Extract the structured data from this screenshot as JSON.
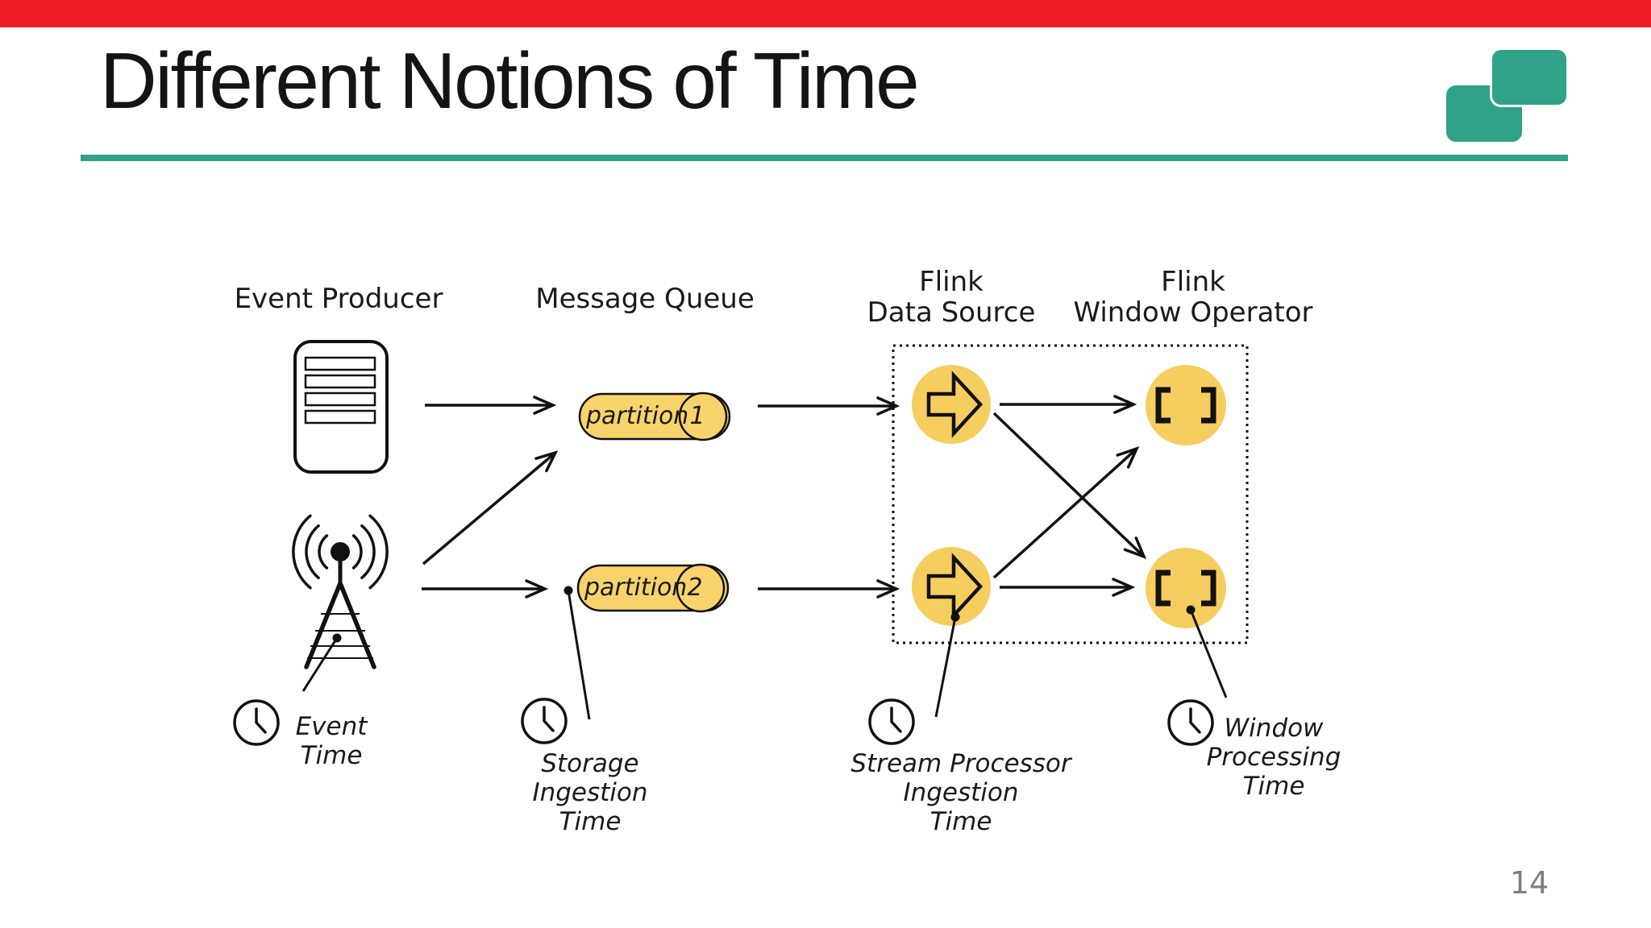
{
  "slide": {
    "title": "Different Notions of Time",
    "page_number": "14"
  },
  "theme": {
    "top_bar_red": "#ED1C24",
    "accent_teal": "#2FA287",
    "node_yellow": "#F6CD5F",
    "pill_yellow": "#F8D36B",
    "ink": "#111111",
    "text": "#1A1A1A",
    "page_number_gray": "#7F7F7F"
  },
  "columns": {
    "event_producer": "Event Producer",
    "message_queue": "Message Queue",
    "flink_data_source": [
      "Flink",
      "Data Source"
    ],
    "flink_window_operator": [
      "Flink",
      "Window Operator"
    ]
  },
  "partitions": [
    {
      "label": "partition",
      "number": "1"
    },
    {
      "label": "partition",
      "number": "2"
    }
  ],
  "time_labels": {
    "event": [
      "Event",
      "Time"
    ],
    "storage": [
      "Storage",
      "Ingestion",
      "Time"
    ],
    "stream_processor": [
      "Stream Processor",
      "Ingestion",
      "Time"
    ],
    "window": [
      "Window",
      "Processing",
      "Time"
    ]
  }
}
